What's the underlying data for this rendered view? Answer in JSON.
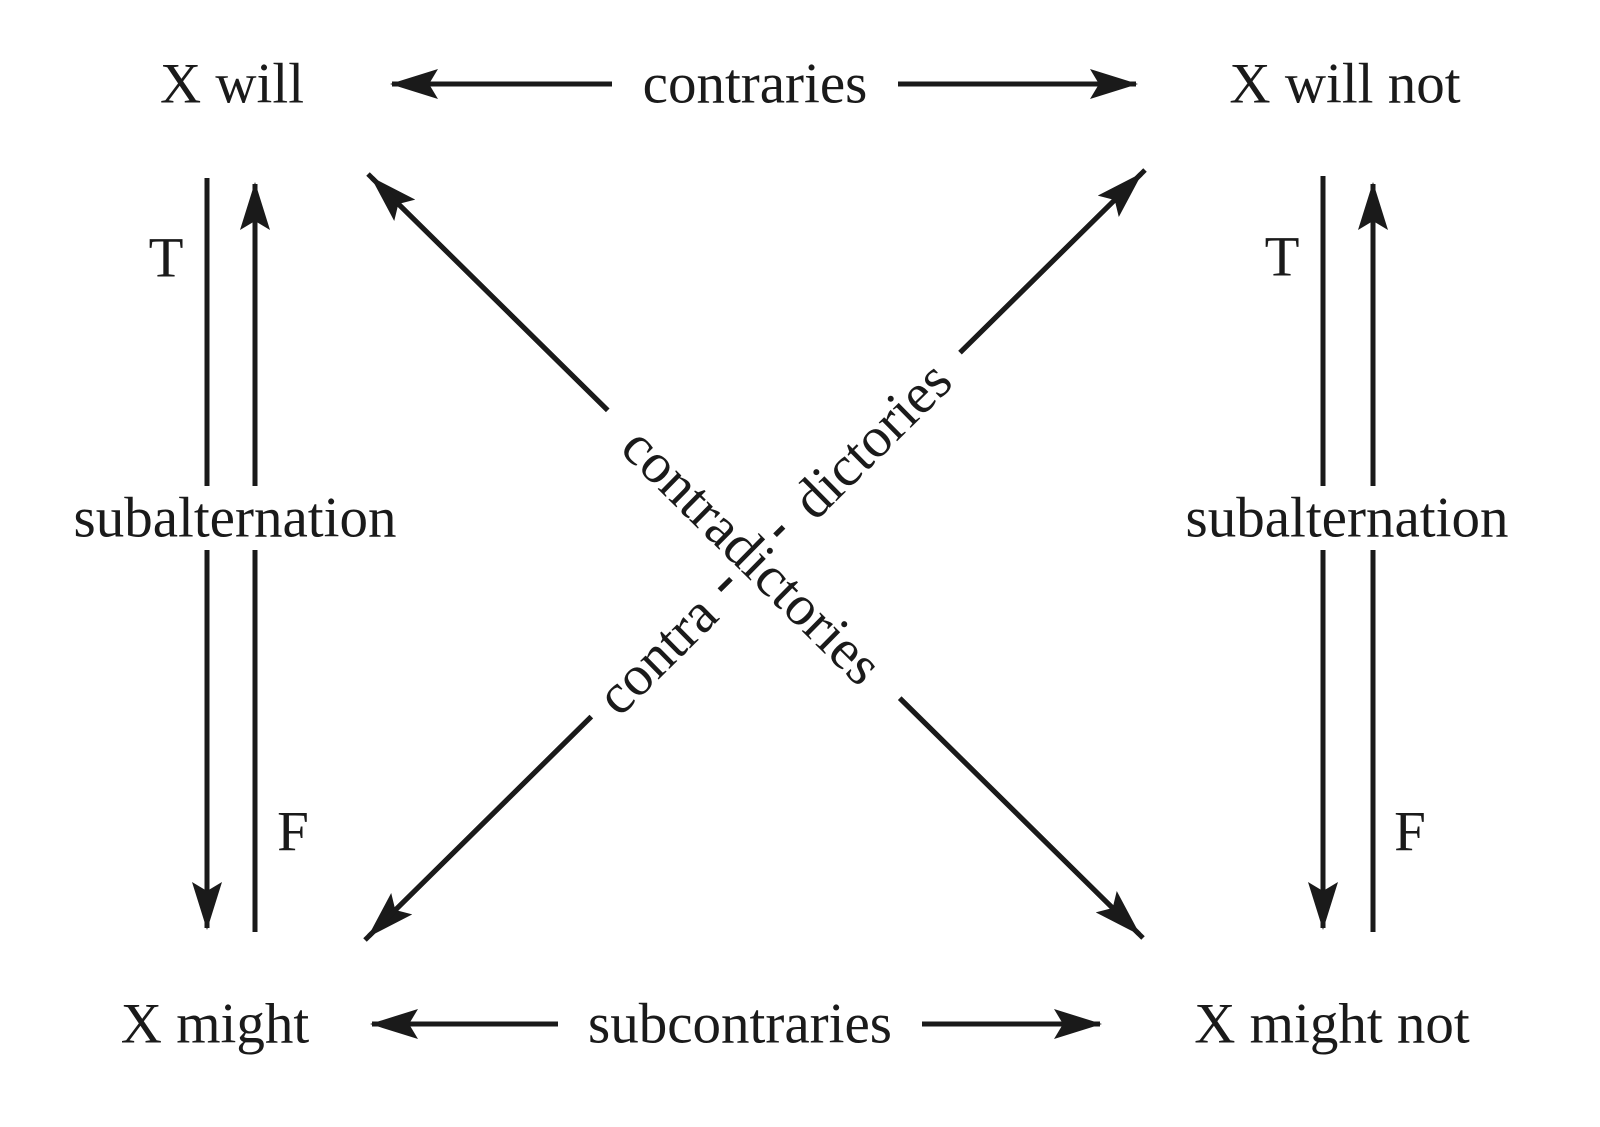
{
  "diagram": {
    "title_hint": "square of opposition (modal: will / might)",
    "nodes": {
      "top_left": "X will",
      "top_right": "X will not",
      "bottom_left": "X might",
      "bottom_right": "X might not"
    },
    "edges": {
      "top": "contraries",
      "bottom": "subcontraries",
      "left": "subalternation",
      "right": "subalternation",
      "diagonal_tlbr": "contradictories",
      "diagonal_bltr_part1": "contra",
      "diagonal_bltr_part2": "dictories"
    },
    "truth_labels": {
      "left_true": "T",
      "left_false": "F",
      "right_true": "T",
      "right_false": "F"
    },
    "colors": {
      "ink": "#1a1a1a",
      "background": "#ffffff"
    }
  }
}
